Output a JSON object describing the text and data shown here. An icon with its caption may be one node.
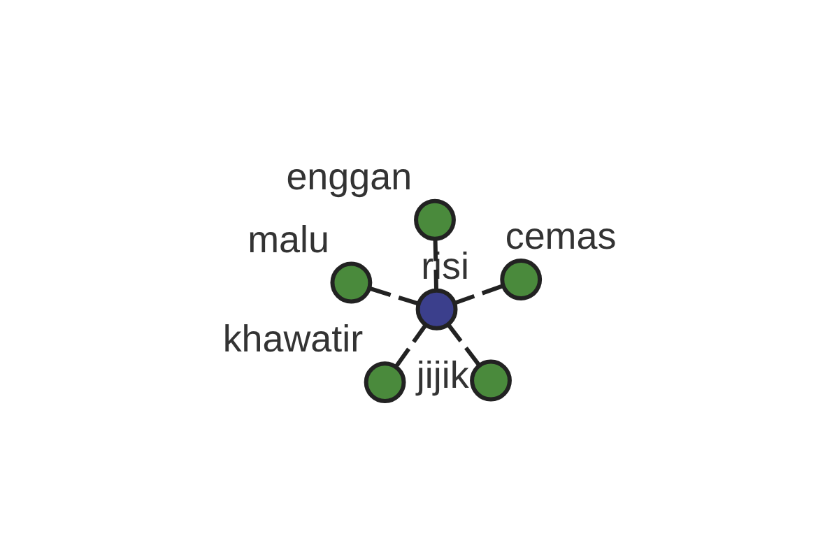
{
  "diagram": {
    "nodes": [
      {
        "text": [
          "khawatir"
        ]
      },
      {
        "text": [
          "jijik"
        ]
      },
      {
        "text": [
          "risi"
        ]
      },
      {
        "text": [
          "enggan"
        ]
      },
      {
        "text": [
          "cemas"
        ]
      },
      {
        "text": [
          "malu"
        ]
      }
    ],
    "edges": [
      {
        "from": 2,
        "to": 0,
        "arrow": "none",
        "style": "dashed"
      },
      {
        "from": 2,
        "to": 1,
        "arrow": "none",
        "style": "dashed"
      },
      {
        "from": 2,
        "to": 3,
        "arrow": "none",
        "style": "dashed"
      },
      {
        "from": 2,
        "to": 4,
        "arrow": "none",
        "style": "dashed"
      },
      {
        "from": 2,
        "to": 5,
        "arrow": "none",
        "style": "dashed"
      }
    ]
  }
}
